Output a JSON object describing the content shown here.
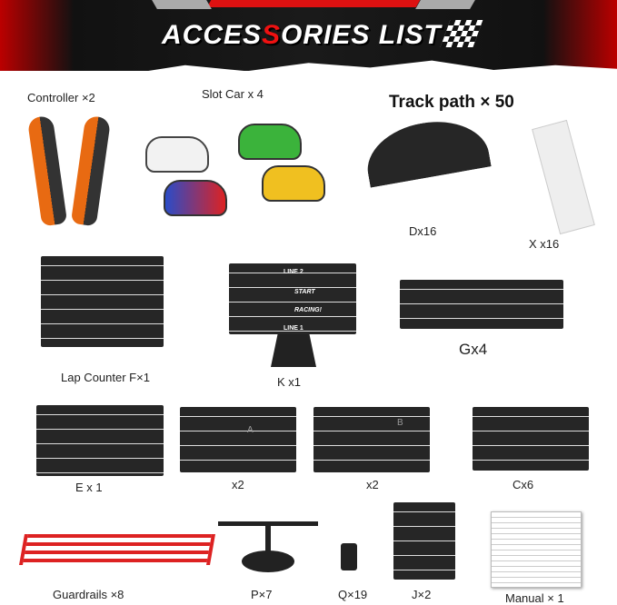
{
  "header": {
    "title_pre": "ACCES",
    "title_s": "S",
    "title_post": "ORIES LIST"
  },
  "items": {
    "controller": "Controller ×2",
    "slot_car": "Slot Car x 4",
    "track_path": "Track path × 50",
    "d": "Dx16",
    "x": "X x16",
    "lap_counter": "Lap Counter F×1",
    "k": "K x1",
    "g": "Gx4",
    "e": "E x 1",
    "a": "x2",
    "b": "x2",
    "c": "Cx6",
    "guardrails": "Guardrails ×8",
    "p": "P×7",
    "q": "Q×19",
    "j": "J×2",
    "manual": "Manual × 1"
  },
  "k_piece": {
    "line2": "LINE 2",
    "start": "START",
    "racing": "RACING!",
    "line1": "LINE 1"
  },
  "piece_marks": {
    "a": "A",
    "b": "B"
  },
  "colors": {
    "accent_red": "#dd1111",
    "controller_orange": "#e86a12",
    "track": "#262626"
  }
}
